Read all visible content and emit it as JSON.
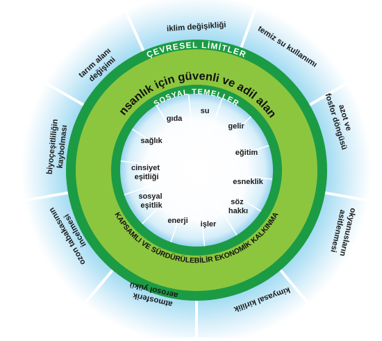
{
  "outer_labels": {
    "iklim": "iklim değişikliği",
    "temiz": "temiz su kullanımı",
    "azot1": "azot ve",
    "azot2": "fosfor döngüsü",
    "okyanus1": "okyanusların",
    "okyanus2": "asitlenmesi",
    "kimyasal": "kimyasal kirlilik",
    "atmosferik1": "atmosferik",
    "atmosferik2": "aerosol yükü",
    "ozon1": "ozon tabakasının",
    "ozon2": "incelmesi",
    "biyo1": "biyoçeşitliliğin",
    "biyo2": "kaybolması",
    "tarim1": "tarım alanı",
    "tarim2": "değişimi"
  },
  "band_labels": {
    "cevresel": "ÇEVRESEL LİMİTLER",
    "safe_space": "insanlık için güvenli ve adil alan",
    "sosyal": "SOSYAL TEMELLER",
    "development": "KAPSAMLI VE SÜRDÜRÜLEBİLİR EKONOMİK KALKINMA"
  },
  "inner_labels": {
    "su": "su",
    "gelir": "gelir",
    "egitim": "eğitim",
    "esneklik": "esneklik",
    "soz1": "söz",
    "soz2": "hakkı",
    "isler": "işler",
    "enerji": "enerji",
    "sosyal1": "sosyal",
    "sosyal2": "eşitlik",
    "cinsiyet1": "cinsiyet",
    "cinsiyet2": "eşitliği",
    "saglik": "sağlık",
    "gida": "gıda"
  },
  "colors": {
    "dark_green": "#1c9b45",
    "light_green": "#8cc63f",
    "sky_blue": "#8fd3ee"
  }
}
